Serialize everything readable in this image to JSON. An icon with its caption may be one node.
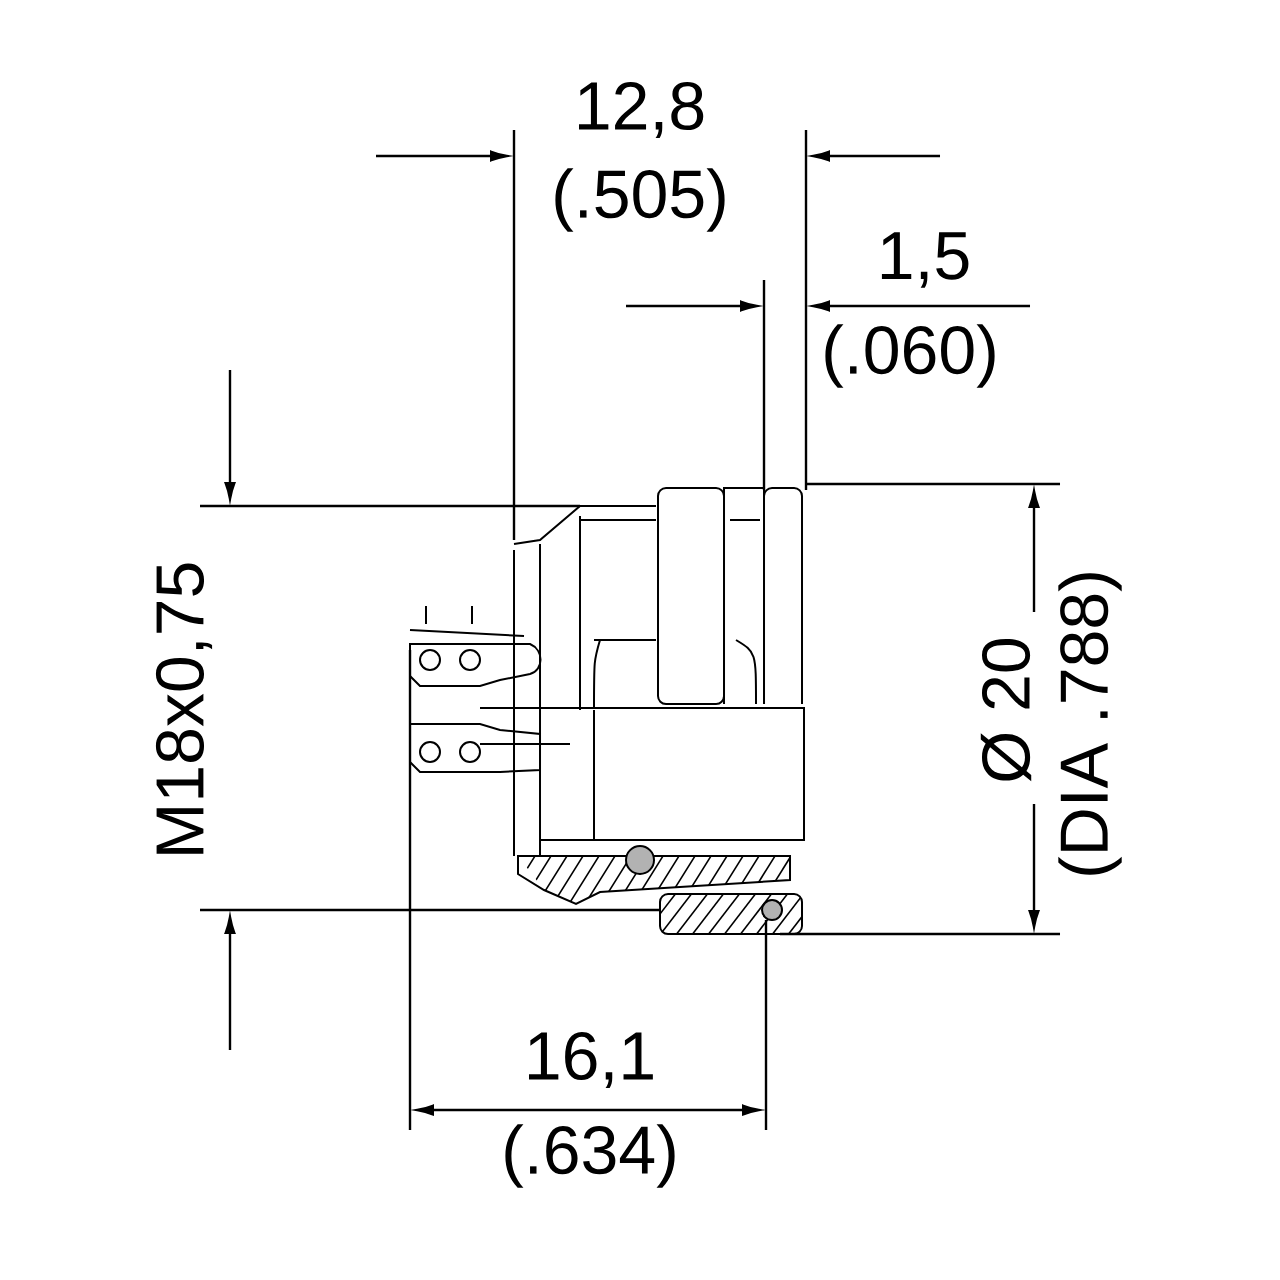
{
  "diagram": {
    "labels": [
      "12,8",
      "(.505)",
      "1,5",
      "(.060)",
      "M18x0,75",
      "Ø 20",
      "(DIA .788)",
      "16,1",
      "(.634)"
    ]
  }
}
